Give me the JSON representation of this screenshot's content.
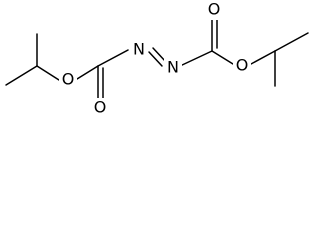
{
  "molecule": {
    "atoms": {
      "o_ester_left": "O",
      "o_carbonyl_left": "O",
      "n_left": "N",
      "n_right": "N",
      "o_carbonyl_right": "O",
      "o_ester_right": "O"
    },
    "colors": {
      "bond": "#000000",
      "label": "#000000",
      "background": "#ffffff"
    }
  }
}
